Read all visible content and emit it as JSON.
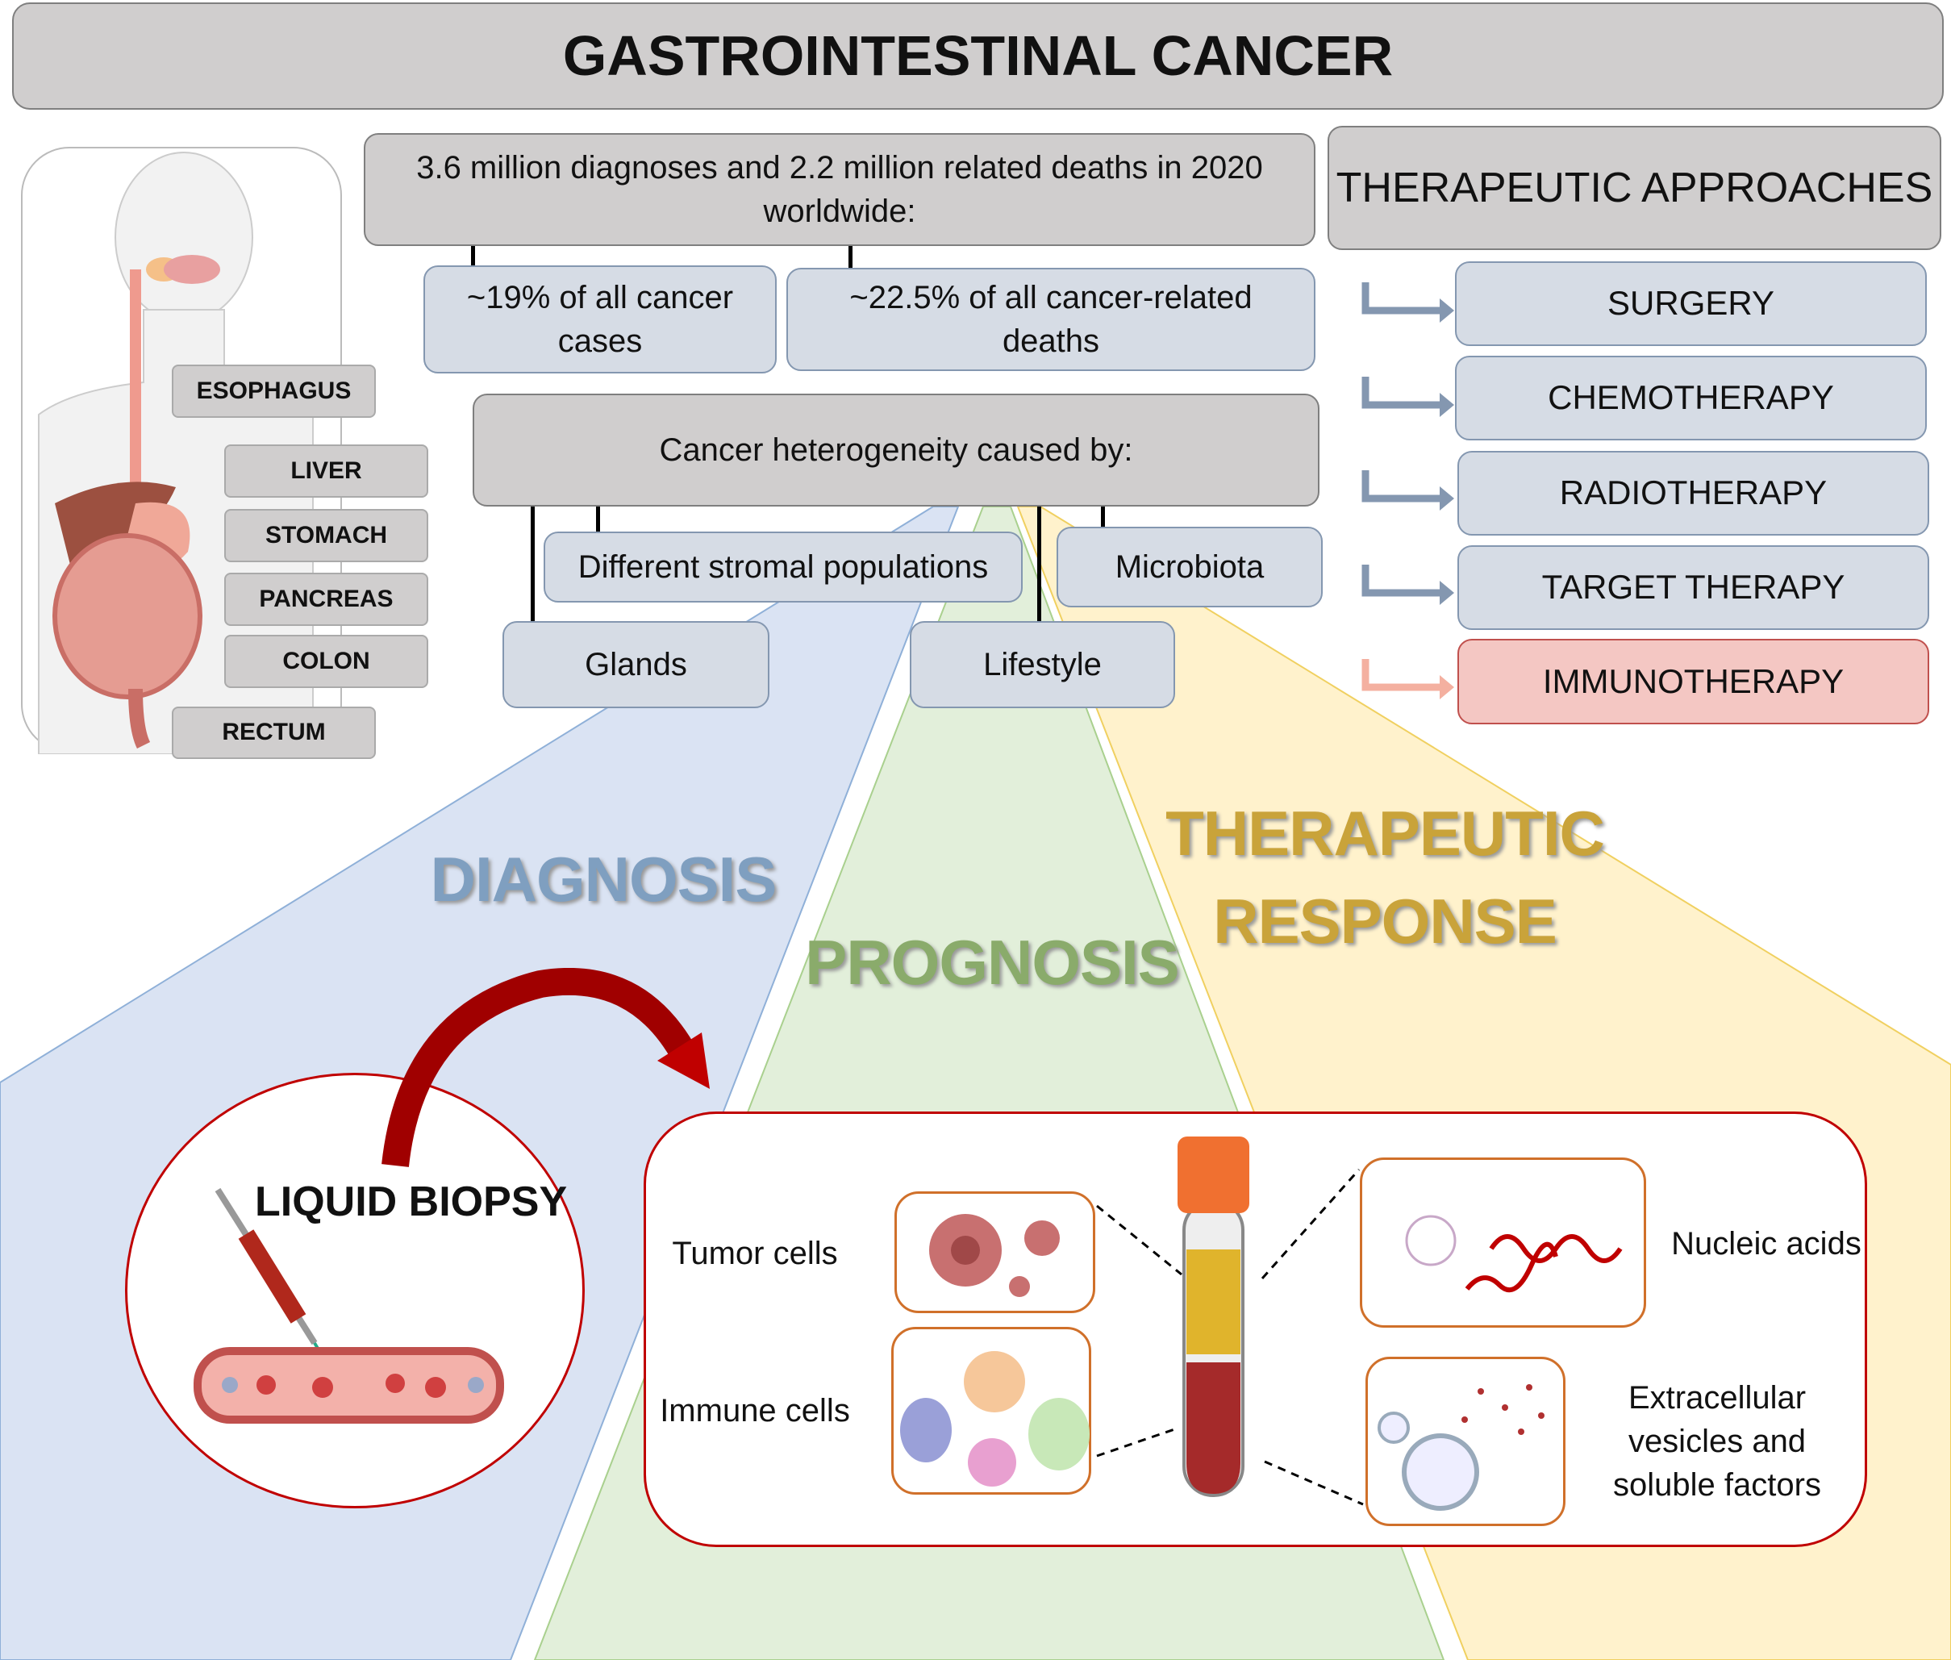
{
  "title": "GASTROINTESTINAL CANCER",
  "organs": [
    "ESOPHAGUS",
    "LIVER",
    "STOMACH",
    "PANCREAS",
    "COLON",
    "RECTUM"
  ],
  "stats": {
    "headline": "3.6 million diagnoses and 2.2 million related deaths in 2020 worldwide:",
    "cases": "~19% of all cancer cases",
    "deaths": "~22.5% of all cancer-related deaths"
  },
  "heterogeneity": {
    "title": "Cancer heterogeneity caused by:",
    "causes": [
      "Different stromal populations",
      "Microbiota",
      "Glands",
      "Lifestyle"
    ]
  },
  "therapy": {
    "title": "THERAPEUTIC APPROACHES",
    "items": [
      "SURGERY",
      "CHEMOTHERAPY",
      "RADIOTHERAPY",
      "TARGET THERAPY",
      "IMMUNOTHERAPY"
    ]
  },
  "applications": {
    "diagnosis": "DIAGNOSIS",
    "prognosis": "PROGNOSIS",
    "response_1": "THERAPEUTIC",
    "response_2": "RESPONSE"
  },
  "biopsy": {
    "title": "LIQUID BIOPSY",
    "tumor": "Tumor cells",
    "immune": "Immune cells",
    "nucleic": "Nucleic acids",
    "ev_1": "Extracellular",
    "ev_2": "vesicles and",
    "ev_3": "soluble factors"
  },
  "colors": {
    "diagnosis": "#7f9fc0",
    "prognosis": "#8aab6b",
    "response": "#c9a33a",
    "immuno_fill": "#f4c7c3",
    "accent_red": "#c00000"
  }
}
